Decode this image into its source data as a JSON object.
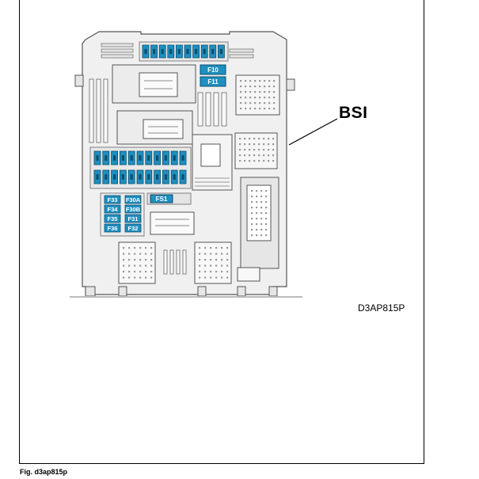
{
  "labels": {
    "bsi": "BSI",
    "ref_code": "D3AP815P",
    "caption": "Fig. d3ap815p"
  },
  "fuses": {
    "top_right": [
      "F10",
      "F11"
    ],
    "left_col_a": [
      "F33",
      "F34",
      "F35",
      "F36"
    ],
    "left_col_b": [
      "F30A",
      "F30B",
      "F31",
      "F32"
    ],
    "middle": "FS1"
  },
  "colors": {
    "fuse": "#1e8fc0",
    "fuse_highlight": "#29a9d8",
    "housing": "#f2f2f2",
    "outline": "#555555"
  }
}
